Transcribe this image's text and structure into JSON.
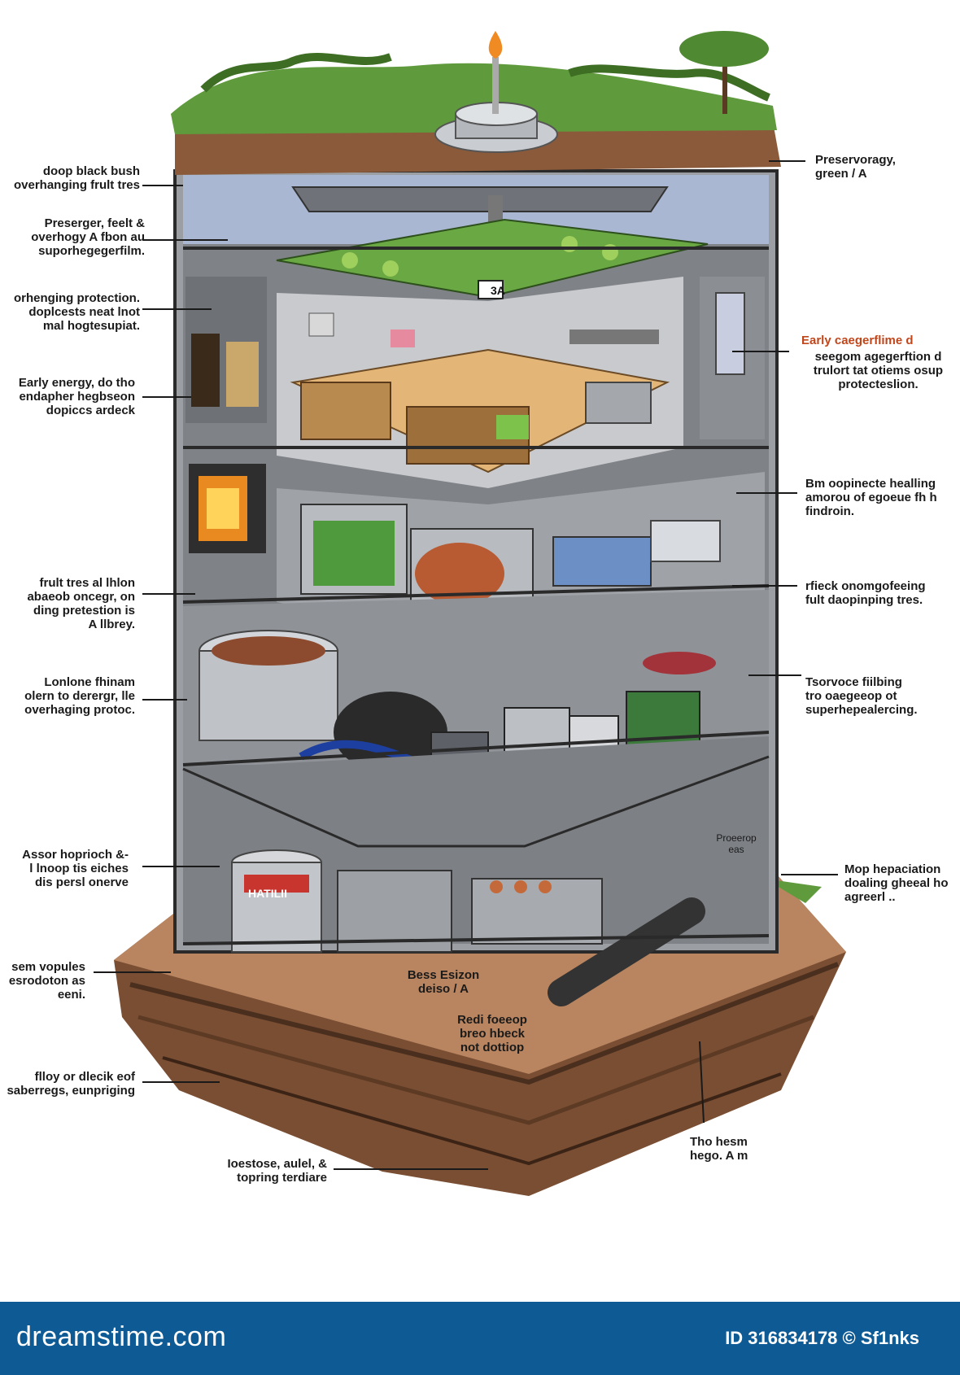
{
  "labels": {
    "l1": "doop black bush\noverhanging frult tres",
    "l2": "Preserger, feelt &\noverhogy A fbon au\nsuporhegegerfilm.",
    "l3": "orhenging protection.\ndoplcests neat lnot\nmal hogtesupiat.",
    "l4": "Early energy, do tho\nendapher hegbseon\ndopiccs ardeck",
    "l5": "frult tres al lhlon\nabaeob oncegr, on\nding pretestion is\nA llbrey.",
    "l6": "Lonlone fhinam\nolern to derergr, lle\noverhaging protoc.",
    "l7": "Assor hoprioch &-\nl lnoop tis eiches\ndis persl onerve",
    "l8": "sem vopules\nesrodoton as\neeni.",
    "l9": "flloy or dlecik eof\nsaberregs, eunpriging",
    "l10": "Ioestose, aulel, &\ntopring terdiare",
    "r1": "Preservoragy,\ngreen / A",
    "r2": "Early caegerflime d",
    "r3": "seegom agegerftion d\ntrulort tat otiems osup\nprotecteslion.",
    "r4": "Bm oopinecte healling\namorou of egoeue fh h\nfindroin.",
    "r5": "rfieck onomgofeeing\nfult daopinping tres.",
    "r6": "Tsorvoce fiilbing\ntro oaegeeop ot\nsuperhepealercing.",
    "r7": "Mop hepaciation\ndoaling gheeal ho\nagreerl ..",
    "r8": "Tho hesm\nhego. A m",
    "c1": "Bess Esizon\ndeiso / A",
    "c2": "Redi foeeop\nbreo hbeck\nnot dottiop",
    "c3": "Proeerop\neas",
    "tag_top": "3A",
    "can_text": "HATILII"
  },
  "footer": {
    "brand": "dreamstime.com",
    "id_text": "ID 316834178 © Sf1nks"
  },
  "colors": {
    "footer_bg": "#0d5a94",
    "grass": "#5f9a3c",
    "soil": "#8a5a3a",
    "wall": "#8c8f94",
    "room_floor": "#e3b577",
    "accent_orange": "#c0461b"
  }
}
